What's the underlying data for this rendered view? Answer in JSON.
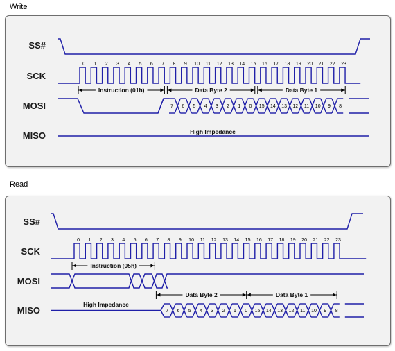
{
  "sections": [
    {
      "caption": "Write",
      "signals": [
        "SS#",
        "SCK",
        "MOSI",
        "MISO"
      ],
      "clock_labels": [
        "0",
        "1",
        "2",
        "3",
        "4",
        "5",
        "6",
        "7",
        "8",
        "9",
        "10",
        "11",
        "12",
        "13",
        "14",
        "15",
        "16",
        "17",
        "18",
        "19",
        "20",
        "21",
        "22",
        "23"
      ],
      "instruction_label": "Instruction (01h)",
      "byte2_label": "Data Byte 2",
      "byte1_label": "Data Byte 1",
      "mosi_bits": [
        "7",
        "6",
        "5",
        "4",
        "3",
        "2",
        "1",
        "0",
        "15",
        "14",
        "13",
        "12",
        "11",
        "10",
        "9",
        "8"
      ],
      "miso_text": "High Impedance"
    },
    {
      "caption": "Read",
      "signals": [
        "SS#",
        "SCK",
        "MOSI",
        "MISO"
      ],
      "clock_labels": [
        "0",
        "1",
        "2",
        "3",
        "4",
        "5",
        "6",
        "7",
        "8",
        "9",
        "10",
        "11",
        "12",
        "13",
        "14",
        "15",
        "16",
        "17",
        "18",
        "19",
        "20",
        "21",
        "22",
        "23"
      ],
      "instruction_label": "Instruction (05h)",
      "byte2_label": "Data Byte 2",
      "byte1_label": "Data Byte 1",
      "miso_bits": [
        "7",
        "6",
        "5",
        "4",
        "3",
        "2",
        "1",
        "0",
        "15",
        "14",
        "13",
        "12",
        "11",
        "10",
        "9",
        "8"
      ],
      "miso_text": "High Impedance"
    }
  ],
  "colors": {
    "wave": "#1f1fa8",
    "panel": "#f2f2f2",
    "border": "#6e6e6e"
  }
}
